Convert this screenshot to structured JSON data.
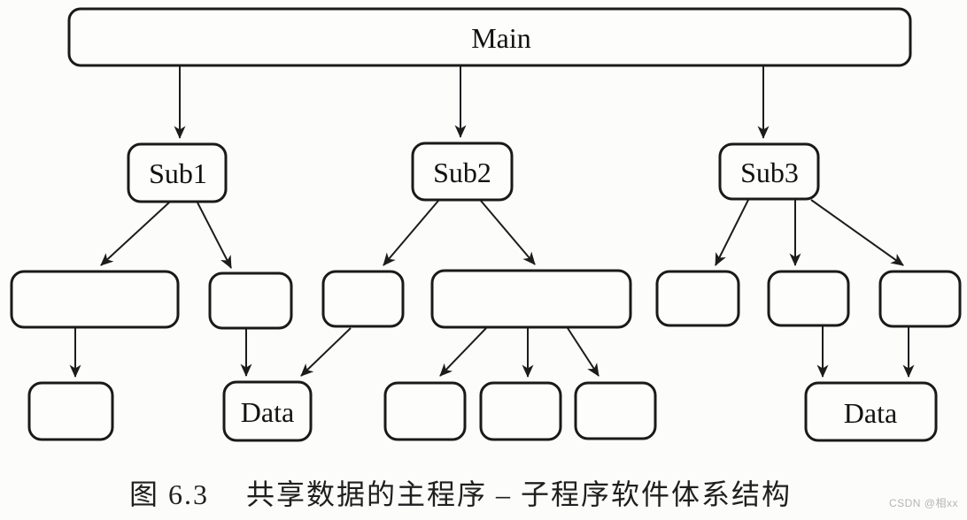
{
  "diagram": {
    "type": "hierarchical-structure-chart",
    "nodes": {
      "main": {
        "label": "Main"
      },
      "sub1": {
        "label": "Sub1"
      },
      "sub2": {
        "label": "Sub2"
      },
      "sub3": {
        "label": "Sub3"
      },
      "data_left": {
        "label": "Data"
      },
      "data_right": {
        "label": "Data"
      },
      "unlabeled_box_count": 11
    },
    "edges": [
      "Main -> Sub1",
      "Main -> Sub2",
      "Main -> Sub3",
      "Sub1 -> unlabeled-A",
      "Sub1 -> unlabeled-B",
      "Sub2 -> unlabeled-C",
      "Sub2 -> unlabeled-D",
      "Sub3 -> unlabeled-E",
      "Sub3 -> unlabeled-F",
      "Sub3 -> unlabeled-G",
      "unlabeled-A -> unlabeled-H",
      "unlabeled-B -> Data(left)",
      "unlabeled-C -> Data(left)",
      "unlabeled-D -> unlabeled-I",
      "unlabeled-D -> unlabeled-J",
      "unlabeled-D -> unlabeled-K",
      "unlabeled-F -> Data(right)",
      "unlabeled-G -> Data(right)"
    ]
  },
  "caption": {
    "figure_label": "图 6.3",
    "title": "共享数据的主程序 – 子程序软件体系结构"
  },
  "watermark": "CSDN @相xx",
  "colors": {
    "background": "#fcfcfa",
    "line": "#1c1c1c",
    "caption_text": "#1f1f1f",
    "watermark_text": "#b5b5b5"
  }
}
